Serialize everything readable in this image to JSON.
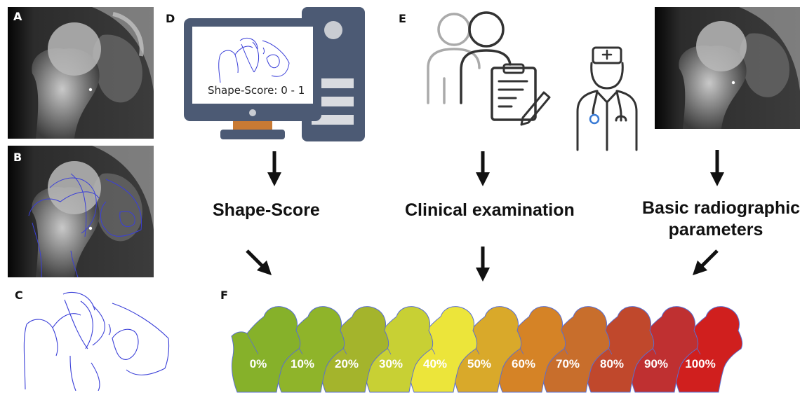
{
  "panels": {
    "a": "A",
    "b": "B",
    "c": "C",
    "d": "D",
    "e": "E",
    "f": "F"
  },
  "computer": {
    "screen_text": "Shape-Score: 0 - 1"
  },
  "labels": {
    "shape_score": "Shape-Score",
    "clinical": "Clinical examination",
    "radiographic_line1": "Basic radiographic",
    "radiographic_line2": "parameters"
  },
  "scale": [
    {
      "label": "0%",
      "color": "#86b12a"
    },
    {
      "label": "10%",
      "color": "#8fb42a"
    },
    {
      "label": "20%",
      "color": "#a4b42c"
    },
    {
      "label": "30%",
      "color": "#c8d034"
    },
    {
      "label": "40%",
      "color": "#ece53a"
    },
    {
      "label": "50%",
      "color": "#d9a92a"
    },
    {
      "label": "60%",
      "color": "#d58326"
    },
    {
      "label": "70%",
      "color": "#c86e2c"
    },
    {
      "label": "80%",
      "color": "#c0482c"
    },
    {
      "label": "90%",
      "color": "#bf3031"
    },
    {
      "label": "100%",
      "color": "#d01f1e"
    }
  ],
  "colors": {
    "contour": "#3a3fd8",
    "outline": "#5a6fd0",
    "computer_body": "#4c5a74",
    "monitor_stand": "#c87a34"
  }
}
